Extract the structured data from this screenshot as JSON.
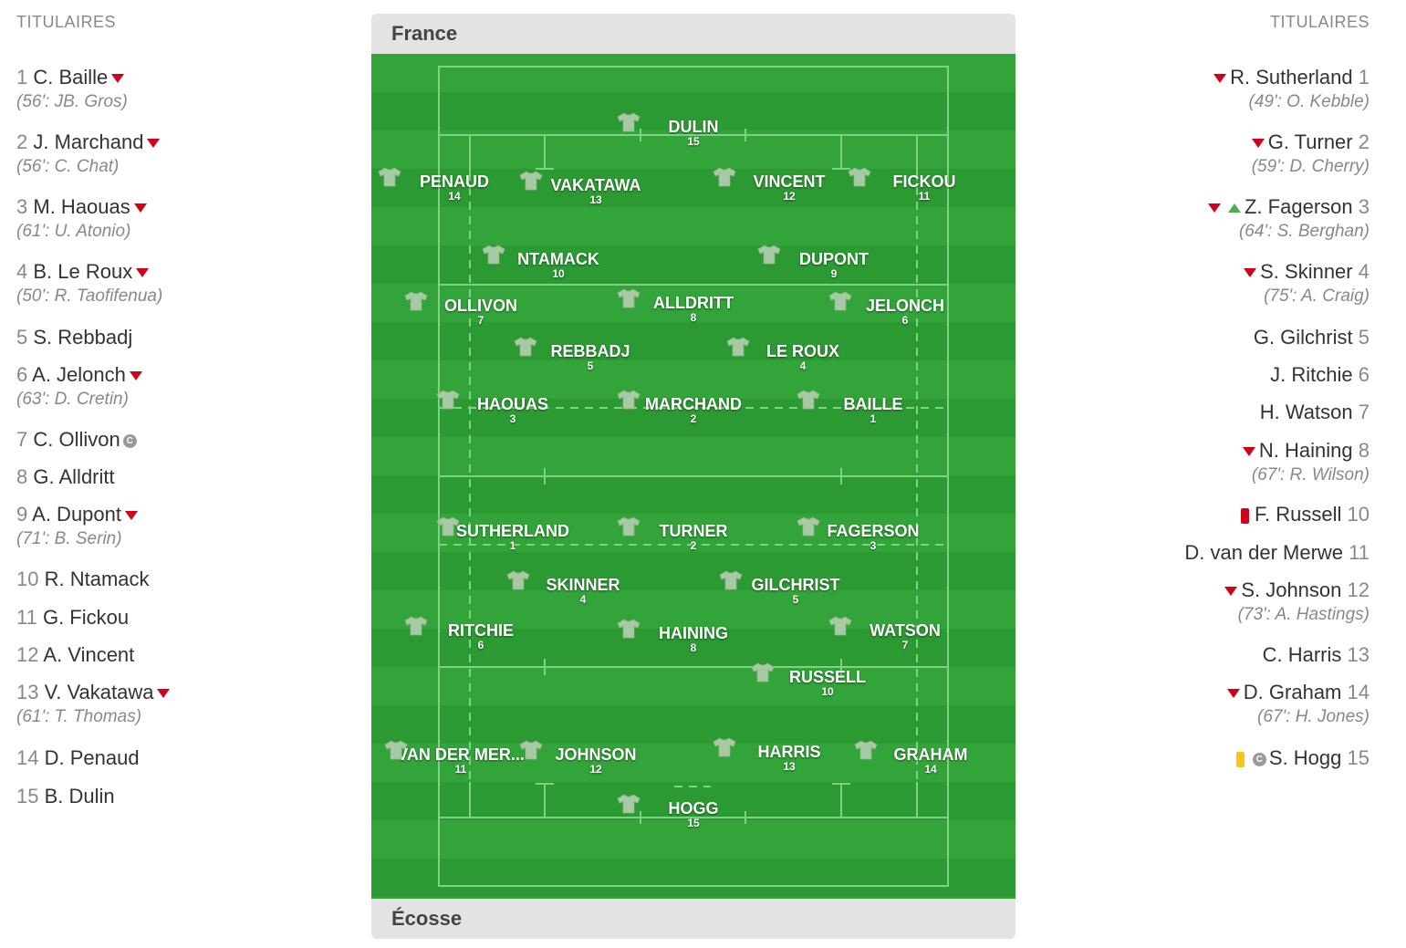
{
  "home": {
    "heading": "TITULAIRES",
    "team_name": "France",
    "players": [
      {
        "num": "1",
        "name": "C. Baille",
        "sub_off": true,
        "sub": "(56': JB. Gros)"
      },
      {
        "num": "2",
        "name": "J. Marchand",
        "sub_off": true,
        "sub": "(56': C. Chat)"
      },
      {
        "num": "3",
        "name": "M. Haouas",
        "sub_off": true,
        "sub": "(61': U. Atonio)"
      },
      {
        "num": "4",
        "name": "B. Le Roux",
        "sub_off": true,
        "sub": "(50': R. Taofifenua)"
      },
      {
        "num": "5",
        "name": "S. Rebbadj"
      },
      {
        "num": "6",
        "name": "A. Jelonch",
        "sub_off": true,
        "sub": "(63': D. Cretin)"
      },
      {
        "num": "7",
        "name": "C. Ollivon",
        "captain": true
      },
      {
        "num": "8",
        "name": "G. Alldritt"
      },
      {
        "num": "9",
        "name": "A. Dupont",
        "sub_off": true,
        "sub": "(71': B. Serin)"
      },
      {
        "num": "10",
        "name": "R. Ntamack"
      },
      {
        "num": "11",
        "name": "G. Fickou"
      },
      {
        "num": "12",
        "name": "A. Vincent"
      },
      {
        "num": "13",
        "name": "V. Vakatawa",
        "sub_off": true,
        "sub": "(61': T. Thomas)"
      },
      {
        "num": "14",
        "name": "D. Penaud"
      },
      {
        "num": "15",
        "name": "B. Dulin"
      }
    ]
  },
  "away": {
    "heading": "TITULAIRES",
    "team_name": "Écosse",
    "players": [
      {
        "num": "1",
        "name": "R. Sutherland",
        "sub_off": true,
        "sub": "(49': O. Kebble)"
      },
      {
        "num": "2",
        "name": "G. Turner",
        "sub_off": true,
        "sub": "(59': D. Cherry)"
      },
      {
        "num": "3",
        "name": "Z. Fagerson",
        "sub_off": true,
        "sub_on": true,
        "sub": "(64': S. Berghan)"
      },
      {
        "num": "4",
        "name": "S. Skinner",
        "sub_off": true,
        "sub": "(75': A. Craig)"
      },
      {
        "num": "5",
        "name": "G. Gilchrist"
      },
      {
        "num": "6",
        "name": "J. Ritchie"
      },
      {
        "num": "7",
        "name": "H. Watson"
      },
      {
        "num": "8",
        "name": "N. Haining",
        "sub_off": true,
        "sub": "(67': R. Wilson)"
      },
      {
        "num": "10",
        "name": "F. Russell",
        "card": "red"
      },
      {
        "num": "11",
        "name": "D. van der Merwe"
      },
      {
        "num": "12",
        "name": "S. Johnson",
        "sub_off": true,
        "sub": "(73': A. Hastings)"
      },
      {
        "num": "13",
        "name": "C. Harris"
      },
      {
        "num": "14",
        "name": "D. Graham",
        "sub_off": true,
        "sub": "(67': H. Jones)"
      },
      {
        "num": "15",
        "name": "S. Hogg",
        "card": "yellow",
        "captain": true
      }
    ]
  },
  "captain_badge": "C",
  "pitch": {
    "home_players": [
      {
        "name": "DULIN",
        "num": "15"
      },
      {
        "name": "PENAUD",
        "num": "14"
      },
      {
        "name": "VAKATAWA",
        "num": "13"
      },
      {
        "name": "VINCENT",
        "num": "12"
      },
      {
        "name": "FICKOU",
        "num": "11"
      },
      {
        "name": "NTAMACK",
        "num": "10"
      },
      {
        "name": "DUPONT",
        "num": "9"
      },
      {
        "name": "OLLIVON",
        "num": "7"
      },
      {
        "name": "ALLDRITT",
        "num": "8"
      },
      {
        "name": "JELONCH",
        "num": "6"
      },
      {
        "name": "REBBADJ",
        "num": "5"
      },
      {
        "name": "LE ROUX",
        "num": "4"
      },
      {
        "name": "HAOUAS",
        "num": "3"
      },
      {
        "name": "MARCHAND",
        "num": "2"
      },
      {
        "name": "BAILLE",
        "num": "1"
      }
    ],
    "away_players": [
      {
        "name": "SUTHERLAND",
        "num": "1"
      },
      {
        "name": "TURNER",
        "num": "2"
      },
      {
        "name": "FAGERSON",
        "num": "3"
      },
      {
        "name": "SKINNER",
        "num": "4"
      },
      {
        "name": "GILCHRIST",
        "num": "5"
      },
      {
        "name": "RITCHIE",
        "num": "6"
      },
      {
        "name": "HAINING",
        "num": "8"
      },
      {
        "name": "WATSON",
        "num": "7"
      },
      {
        "name": "RUSSELL",
        "num": "10"
      },
      {
        "name": "VAN DER MER...",
        "num": "11"
      },
      {
        "name": "JOHNSON",
        "num": "12"
      },
      {
        "name": "HARRIS",
        "num": "13"
      },
      {
        "name": "GRAHAM",
        "num": "14"
      },
      {
        "name": "HOGG",
        "num": "15"
      }
    ]
  },
  "colors": {
    "pitch_light": "#33a43a",
    "pitch_dark": "#2c9a33",
    "sub_off_arrow": "#d0021b",
    "sub_on_arrow": "#4caf50",
    "red_card": "#d0021b",
    "yellow_card": "#f5c518"
  }
}
